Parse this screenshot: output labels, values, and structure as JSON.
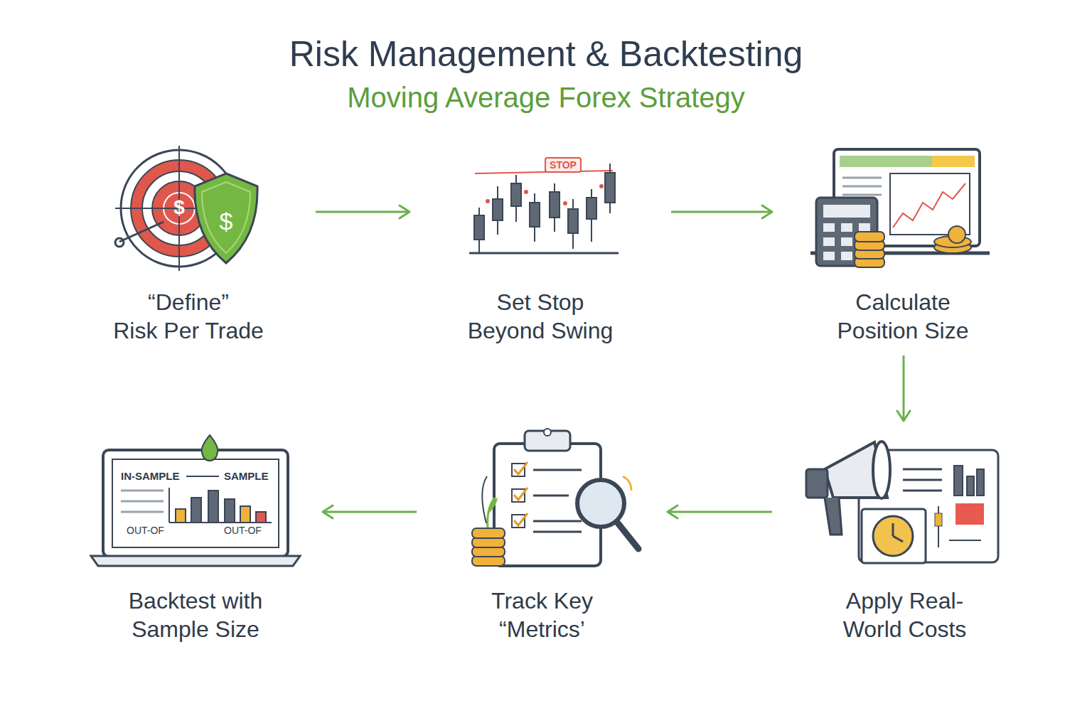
{
  "diagram": {
    "title": "Risk Management & Backtesting",
    "nodes": [
      {
        "text": [
          "“Define” Risk Per Trade"
        ]
      },
      {
        "text": [
          "Set Stop Beyond Swing"
        ]
      },
      {
        "text": [
          "Calculate Position Size"
        ]
      },
      {
        "text": [
          "Backtest with Sample Size"
        ]
      },
      {
        "text": [
          "Track Key “Metrics’"
        ]
      },
      {
        "text": [
          "Apply Real-World Costs"
        ]
      }
    ],
    "edges": [
      {
        "from": 0,
        "to": 1,
        "arrow": "to"
      },
      {
        "from": 1,
        "to": 2,
        "arrow": "to"
      },
      {
        "from": 2,
        "to": 5,
        "arrow": "to"
      },
      {
        "from": 5,
        "to": 4,
        "arrow": "to"
      },
      {
        "from": 4,
        "to": 3,
        "arrow": "to"
      }
    ],
    "labels": [
      "Moving Average Forex Strategy",
      "$",
      "$",
      "STOP",
      "IN-SAMPLE",
      "SAMPLE",
      "OUT-OF",
      "OUT-OF"
    ]
  }
}
